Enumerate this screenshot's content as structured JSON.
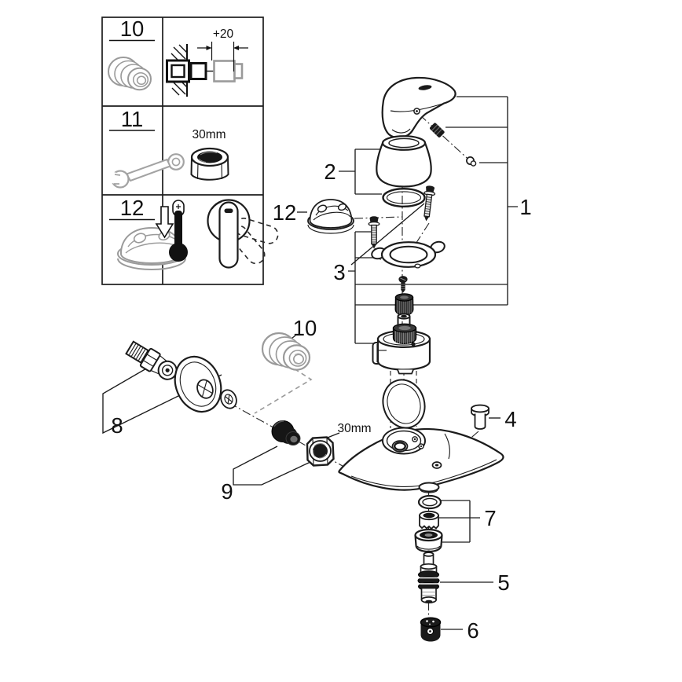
{
  "legend": {
    "rows": [
      {
        "number": "10",
        "dimension_label": "+20"
      },
      {
        "number": "11",
        "size_label": "30mm"
      },
      {
        "number": "12"
      }
    ]
  },
  "explosion": {
    "callouts": {
      "c1": "1",
      "c2": "2",
      "c3": "3",
      "c4": "4",
      "c5": "5",
      "c6": "6",
      "c7": "7",
      "c8": "8",
      "c9": "9",
      "c10": "10",
      "c12": "12"
    },
    "nut_size_label": "30mm"
  },
  "colors": {
    "line": "#1c1c1c",
    "grey_part": "#9a9a9a",
    "dark_fill": "#1a1a1a",
    "background": "#ffffff"
  }
}
